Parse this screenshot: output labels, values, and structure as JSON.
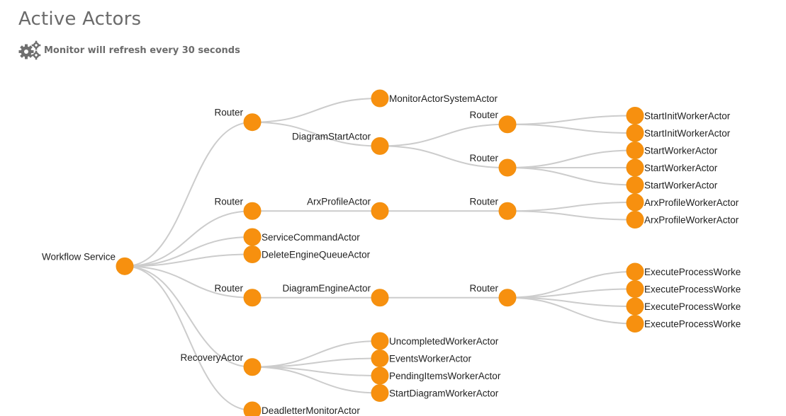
{
  "page": {
    "title": "Active Actors",
    "refresh_text": "Monitor will refresh every 30 seconds",
    "refresh_icon": "gears-icon"
  },
  "colors": {
    "node_fill": "#f7900f",
    "link_stroke": "#cccccc",
    "title_text": "#6b6b6b",
    "label_text": "#222222"
  },
  "tree": {
    "name": "Workflow Service",
    "children": [
      {
        "name": "Router",
        "children": [
          {
            "name": "MonitorActorSystemActor"
          },
          {
            "name": "DiagramStartActor",
            "children": [
              {
                "name": "Router",
                "children": [
                  {
                    "name": "StartInitWorkerActor"
                  },
                  {
                    "name": "StartInitWorkerActor"
                  }
                ]
              },
              {
                "name": "Router",
                "children": [
                  {
                    "name": "StartWorkerActor"
                  },
                  {
                    "name": "StartWorkerActor"
                  },
                  {
                    "name": "StartWorkerActor"
                  }
                ]
              }
            ]
          }
        ]
      },
      {
        "name": "Router",
        "children": [
          {
            "name": "ArxProfileActor",
            "children": [
              {
                "name": "Router",
                "children": [
                  {
                    "name": "ArxProfileWorkerActor"
                  },
                  {
                    "name": "ArxProfileWorkerActor"
                  }
                ]
              }
            ]
          }
        ]
      },
      {
        "name": "ServiceCommandActor"
      },
      {
        "name": "DeleteEngineQueueActor"
      },
      {
        "name": "Router",
        "children": [
          {
            "name": "DiagramEngineActor",
            "children": [
              {
                "name": "Router",
                "children": [
                  {
                    "name": "ExecuteProcessWorke"
                  },
                  {
                    "name": "ExecuteProcessWorke"
                  },
                  {
                    "name": "ExecuteProcessWorke"
                  },
                  {
                    "name": "ExecuteProcessWorke"
                  }
                ]
              }
            ]
          }
        ]
      },
      {
        "name": "RecoveryActor",
        "children": [
          {
            "name": "UncompletedWorkerActor"
          },
          {
            "name": "EventsWorkerActor"
          },
          {
            "name": "PendingItemsWorkerActor"
          },
          {
            "name": "StartDiagramWorkerActor"
          }
        ]
      },
      {
        "name": "DeadletterMonitorActor"
      }
    ]
  }
}
